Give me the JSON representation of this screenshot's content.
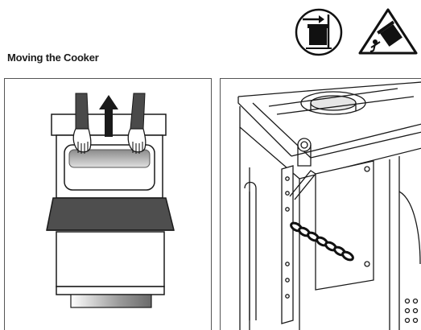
{
  "document": {
    "heading": "Moving the Cooker"
  },
  "icons": [
    {
      "name": "move-cooker-safety-icon",
      "shape": "circle"
    },
    {
      "name": "tip-over-hazard-icon",
      "shape": "triangle"
    }
  ],
  "figures": [
    {
      "name": "lifting-cooker-illustration",
      "shows": "hands lifting cooker by oven opening, arrow pointing up"
    },
    {
      "name": "anti-tip-chain-illustration",
      "shows": "rear of cooker with stability chain attached to bracket"
    }
  ],
  "colors": {
    "line": "#1a1a1a",
    "dark_panel": "#505050",
    "frame": "#555555"
  }
}
